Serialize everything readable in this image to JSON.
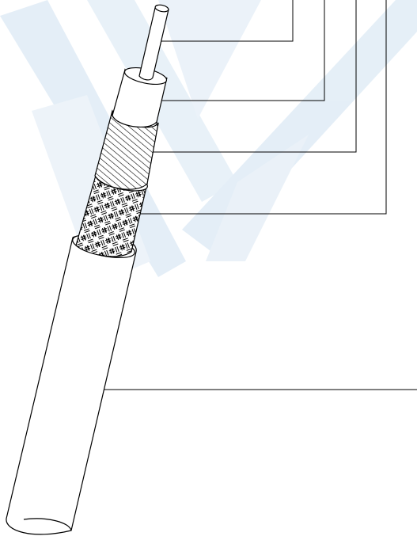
{
  "diagram": {
    "subject": "coaxial-cable",
    "layers": [
      {
        "id": "inner-conductor"
      },
      {
        "id": "dielectric-insulator"
      },
      {
        "id": "foil-shield"
      },
      {
        "id": "braided-shield"
      },
      {
        "id": "outer-jacket"
      }
    ],
    "colors": {
      "line": "#000000",
      "fill": "#ffffff",
      "watermark": "#dbe9f4"
    }
  }
}
